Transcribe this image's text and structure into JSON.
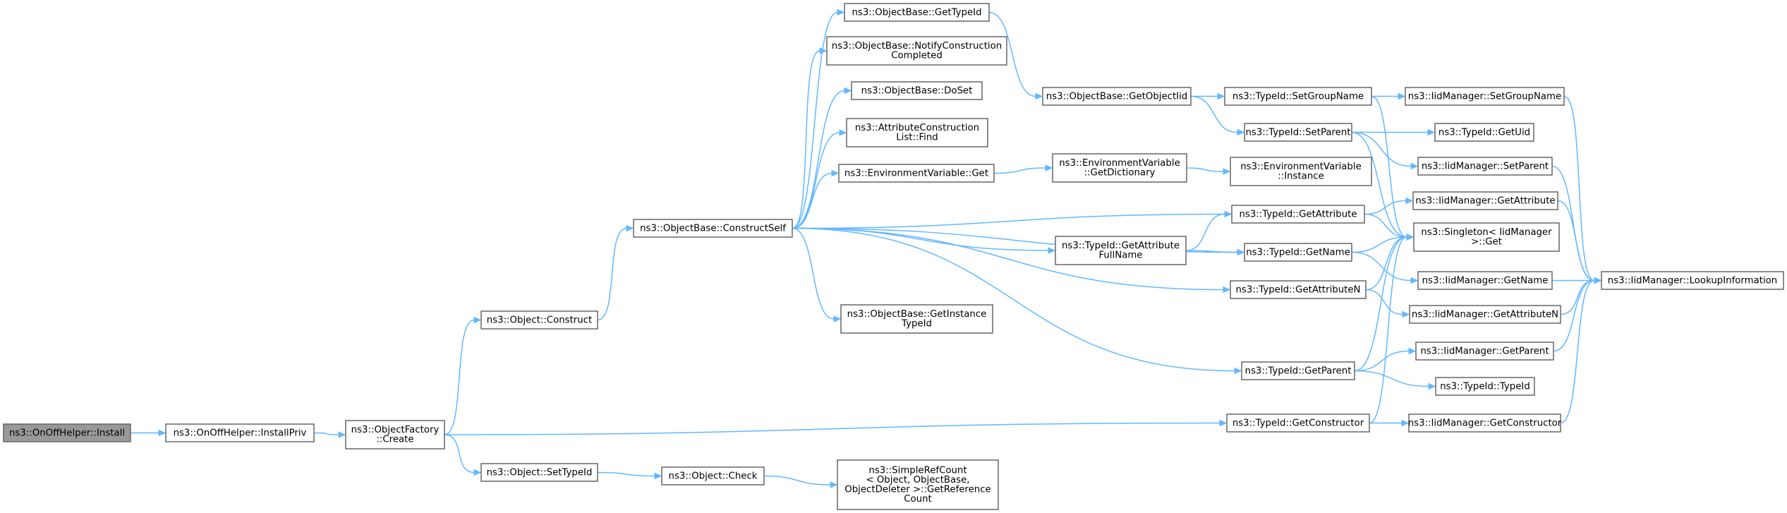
{
  "diagram": {
    "nodes": [
      {
        "id": "oo_install",
        "lines": [
          "ns3::OnOffHelper::Install"
        ],
        "root": true
      },
      {
        "id": "oo_installpriv",
        "lines": [
          "ns3::OnOffHelper::InstallPriv"
        ]
      },
      {
        "id": "of_create",
        "lines": [
          "ns3::ObjectFactory",
          "::Create"
        ]
      },
      {
        "id": "obj_construct",
        "lines": [
          "ns3::Object::Construct"
        ]
      },
      {
        "id": "obj_settypeid",
        "lines": [
          "ns3::Object::SetTypeId"
        ]
      },
      {
        "id": "obj_check",
        "lines": [
          "ns3::Object::Check"
        ]
      },
      {
        "id": "srefcount",
        "lines": [
          "ns3::SimpleRefCount",
          "< Object, ObjectBase,",
          "ObjectDeleter >::GetReference",
          "Count"
        ]
      },
      {
        "id": "ob_constructself",
        "lines": [
          "ns3::ObjectBase::ConstructSelf"
        ]
      },
      {
        "id": "ob_gettypeid",
        "lines": [
          "ns3::ObjectBase::GetTypeId"
        ]
      },
      {
        "id": "ob_notify",
        "lines": [
          "ns3::ObjectBase::NotifyConstruction",
          "Completed"
        ]
      },
      {
        "id": "ob_doset",
        "lines": [
          "ns3::ObjectBase::DoSet"
        ]
      },
      {
        "id": "acl_find",
        "lines": [
          "ns3::AttributeConstruction",
          "List::Find"
        ]
      },
      {
        "id": "ev_get",
        "lines": [
          "ns3::EnvironmentVariable::Get"
        ]
      },
      {
        "id": "ob_getinstance",
        "lines": [
          "ns3::ObjectBase::GetInstance",
          "TypeId"
        ]
      },
      {
        "id": "ob_getobjectiid",
        "lines": [
          "ns3::ObjectBase::GetObjectIid"
        ]
      },
      {
        "id": "ev_getdict",
        "lines": [
          "ns3::EnvironmentVariable",
          "::GetDictionary"
        ]
      },
      {
        "id": "ev_instance",
        "lines": [
          "ns3::EnvironmentVariable",
          "::Instance"
        ]
      },
      {
        "id": "tid_getattrfull",
        "lines": [
          "ns3::TypeId::GetAttribute",
          "FullName"
        ]
      },
      {
        "id": "tid_setgroupname",
        "lines": [
          "ns3::TypeId::SetGroupName"
        ]
      },
      {
        "id": "tid_setparent",
        "lines": [
          "ns3::TypeId::SetParent"
        ]
      },
      {
        "id": "tid_getattribute",
        "lines": [
          "ns3::TypeId::GetAttribute"
        ]
      },
      {
        "id": "tid_getname",
        "lines": [
          "ns3::TypeId::GetName"
        ]
      },
      {
        "id": "tid_getattributen",
        "lines": [
          "ns3::TypeId::GetAttributeN"
        ]
      },
      {
        "id": "tid_getparent",
        "lines": [
          "ns3::TypeId::GetParent"
        ]
      },
      {
        "id": "tid_getconstructor",
        "lines": [
          "ns3::TypeId::GetConstructor"
        ]
      },
      {
        "id": "iid_setgroupname",
        "lines": [
          "ns3::IidManager::SetGroupName"
        ]
      },
      {
        "id": "tid_getuid",
        "lines": [
          "ns3::TypeId::GetUid"
        ]
      },
      {
        "id": "iid_setparent",
        "lines": [
          "ns3::IidManager::SetParent"
        ]
      },
      {
        "id": "iid_getattribute",
        "lines": [
          "ns3::IidManager::GetAttribute"
        ]
      },
      {
        "id": "singleton_get",
        "lines": [
          "ns3::Singleton< IidManager",
          " >::Get"
        ]
      },
      {
        "id": "iid_getname",
        "lines": [
          "ns3::IidManager::GetName"
        ]
      },
      {
        "id": "iid_getattributen",
        "lines": [
          "ns3::IidManager::GetAttributeN"
        ]
      },
      {
        "id": "iid_getparent",
        "lines": [
          "ns3::IidManager::GetParent"
        ]
      },
      {
        "id": "tid_typeid",
        "lines": [
          "ns3::TypeId::TypeId"
        ]
      },
      {
        "id": "iid_getconstructor",
        "lines": [
          "ns3::IidManager::GetConstructor"
        ]
      },
      {
        "id": "iid_lookup",
        "lines": [
          "ns3::IidManager::LookupInformation"
        ]
      }
    ],
    "edges": [
      [
        "oo_install",
        "oo_installpriv"
      ],
      [
        "oo_installpriv",
        "of_create"
      ],
      [
        "of_create",
        "obj_construct"
      ],
      [
        "of_create",
        "obj_settypeid"
      ],
      [
        "of_create",
        "tid_getconstructor"
      ],
      [
        "obj_settypeid",
        "obj_check"
      ],
      [
        "obj_check",
        "srefcount"
      ],
      [
        "obj_construct",
        "ob_constructself"
      ],
      [
        "ob_constructself",
        "ob_gettypeid"
      ],
      [
        "ob_constructself",
        "ob_notify"
      ],
      [
        "ob_constructself",
        "ob_doset"
      ],
      [
        "ob_constructself",
        "acl_find"
      ],
      [
        "ob_constructself",
        "ev_get"
      ],
      [
        "ob_constructself",
        "tid_getattribute"
      ],
      [
        "ob_constructself",
        "tid_getattrfull"
      ],
      [
        "ob_constructself",
        "tid_getattributen"
      ],
      [
        "ob_constructself",
        "ob_getinstance"
      ],
      [
        "ob_constructself",
        "tid_getname"
      ],
      [
        "ob_constructself",
        "tid_getparent"
      ],
      [
        "ob_gettypeid",
        "ob_getobjectiid"
      ],
      [
        "ob_getobjectiid",
        "tid_setgroupname"
      ],
      [
        "ob_getobjectiid",
        "tid_setparent"
      ],
      [
        "ev_get",
        "ev_getdict"
      ],
      [
        "ev_getdict",
        "ev_instance"
      ],
      [
        "tid_getattrfull",
        "tid_getattribute"
      ],
      [
        "tid_getattrfull",
        "tid_getname"
      ],
      [
        "tid_setgroupname",
        "iid_setgroupname"
      ],
      [
        "tid_setgroupname",
        "singleton_get"
      ],
      [
        "tid_setparent",
        "tid_getuid"
      ],
      [
        "tid_setparent",
        "iid_setparent"
      ],
      [
        "tid_setparent",
        "singleton_get"
      ],
      [
        "tid_getattribute",
        "iid_getattribute"
      ],
      [
        "tid_getattribute",
        "singleton_get"
      ],
      [
        "tid_getname",
        "singleton_get"
      ],
      [
        "tid_getname",
        "iid_getname"
      ],
      [
        "tid_getattributen",
        "singleton_get"
      ],
      [
        "tid_getattributen",
        "iid_getattributen"
      ],
      [
        "tid_getparent",
        "singleton_get"
      ],
      [
        "tid_getparent",
        "iid_getparent"
      ],
      [
        "tid_getparent",
        "tid_typeid"
      ],
      [
        "tid_getconstructor",
        "singleton_get"
      ],
      [
        "tid_getconstructor",
        "iid_getconstructor"
      ],
      [
        "iid_setgroupname",
        "iid_lookup"
      ],
      [
        "iid_setparent",
        "iid_lookup"
      ],
      [
        "iid_getattribute",
        "iid_lookup"
      ],
      [
        "iid_getname",
        "iid_lookup"
      ],
      [
        "iid_getattributen",
        "iid_lookup"
      ],
      [
        "iid_getparent",
        "iid_lookup"
      ],
      [
        "iid_getconstructor",
        "iid_lookup"
      ]
    ]
  }
}
